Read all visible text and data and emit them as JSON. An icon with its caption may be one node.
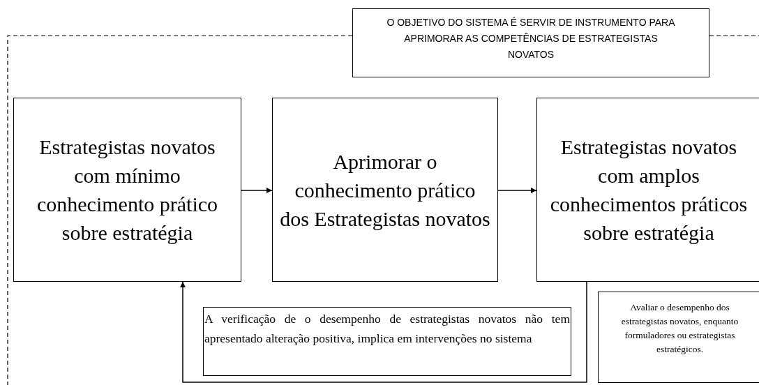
{
  "diagram": {
    "nodes": [
      {
        "text": [
          "O OBJETIVO DO SISTEMA É SERVIR DE INSTRUMENTO PARA APRIMORAR AS COMPETÊNCIAS DE ESTRATEGISTAS NOVATOS"
        ]
      },
      {
        "text": [
          "Estrategistas novatos com mínimo conhecimento prático sobre estratégia"
        ]
      },
      {
        "text": [
          "Aprimorar o conhecimento prático dos Estrategistas novatos"
        ]
      },
      {
        "text": [
          "Estrategistas novatos com amplos conhecimentos práticos sobre estratégia"
        ]
      },
      {
        "text": [
          "A verificação de o desempenho de estrategistas novatos não tem apresentado alteração positiva, implica em intervenções no sistema"
        ]
      },
      {
        "text": [
          "Avaliar o desempenho dos estrategistas  novatos, enquanto formuladores ou estrategistas estratégicos."
        ]
      }
    ],
    "edges": [
      {
        "from": 1,
        "to": 2,
        "arrow": "to"
      },
      {
        "from": 2,
        "to": 3,
        "arrow": "to"
      },
      {
        "from": 3,
        "to": 1,
        "arrow": "to"
      }
    ]
  }
}
